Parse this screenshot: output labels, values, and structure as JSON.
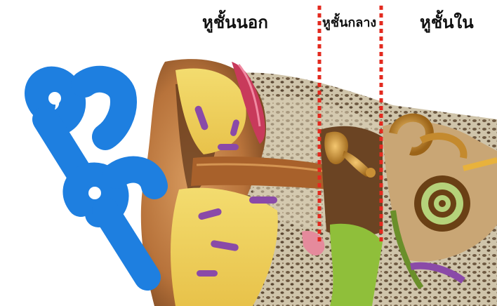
{
  "labels": {
    "outer_ear": "หูชั้นนอก",
    "middle_ear": "หูชั้นกลาง",
    "inner_ear": "หูชั้นใน"
  },
  "watermark": {
    "color": "#1e7fe0"
  },
  "divider": {
    "color": "#e32a1f"
  }
}
